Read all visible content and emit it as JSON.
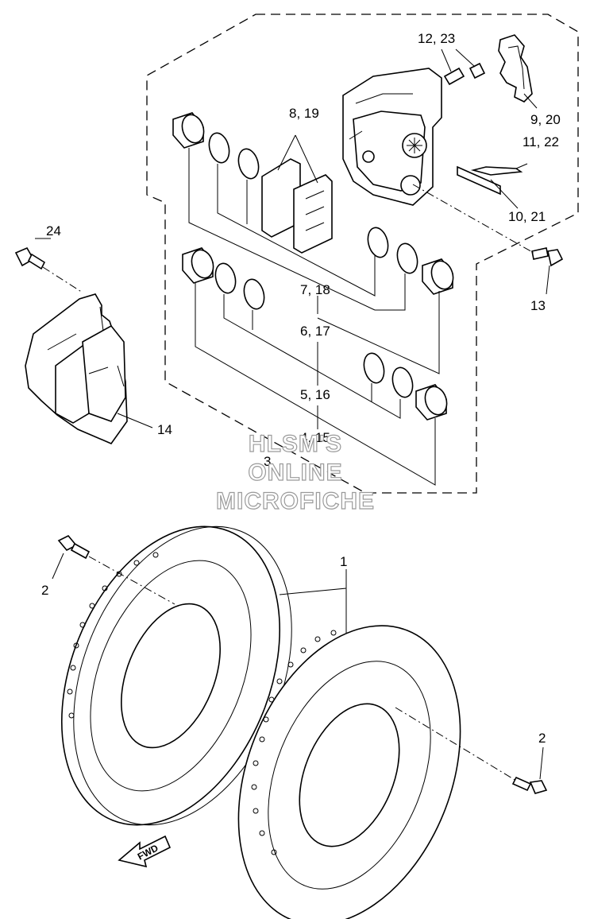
{
  "callouts": {
    "c1": "1",
    "c2a": "2",
    "c2b": "2",
    "c3": "3",
    "c4_15": "4, 15",
    "c5_16": "5, 16",
    "c6_17": "6, 17",
    "c7_18": "7, 18",
    "c8_19": "8, 19",
    "c9_20": "9, 20",
    "c10_21": "10, 21",
    "c11_22": "11, 22",
    "c12_23": "12, 23",
    "c13": "13",
    "c14": "14",
    "c24": "24"
  },
  "fwd_arrow": "FWD",
  "watermark": {
    "line1": "HLSM'S",
    "line2": "ONLINE",
    "line3": "MICROFICHE"
  }
}
